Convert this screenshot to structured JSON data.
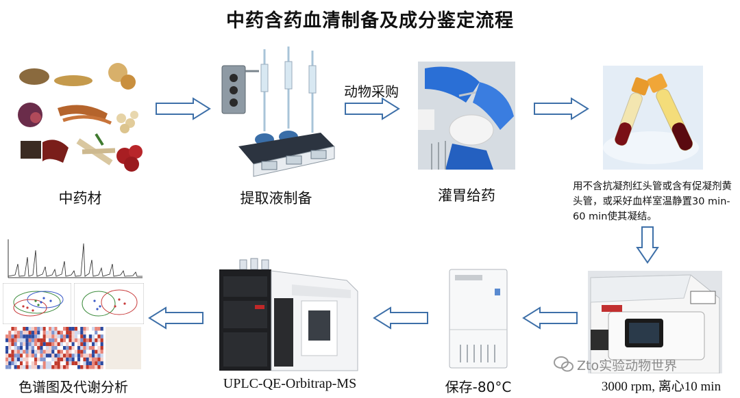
{
  "title": "中药含药血清制备及成分鉴定流程",
  "steps": {
    "herbs": "中药材",
    "extraction": "提取液制备",
    "gavage": "灌胃给药",
    "collection_note": "用不含抗凝剂红头管或含有促凝剂黄头管，或采好血样室温静置30 min-60 min使其凝结。",
    "centrifuge": "3000 rpm, 离心10 min",
    "storage": "保存-80°C",
    "lcms": "UPLC-QE-Orbitrap-MS",
    "analysis": "色谱图及代谢分析"
  },
  "arrow_labels": {
    "animal_sampling": "动物采购"
  },
  "watermark": "Zto实验动物世界",
  "icons": {
    "flow_arrow": "outline-block-arrow",
    "watermark_logo": "wechat-icon"
  },
  "colors": {
    "arrow_stroke": "#3d6fa8",
    "arrow_fill": "#ffffff",
    "text": "#111111"
  }
}
